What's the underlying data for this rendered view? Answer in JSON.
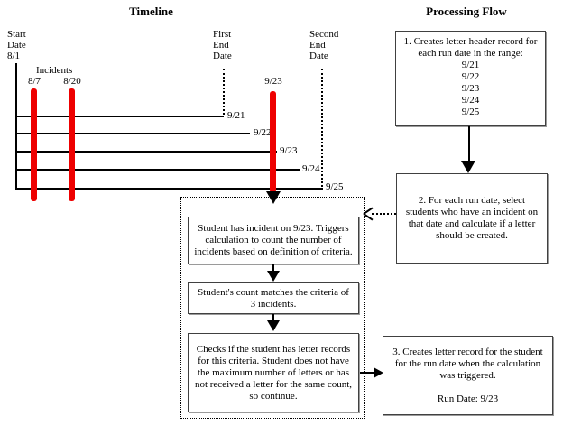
{
  "titles": {
    "timeline": "Timeline",
    "processing_flow": "Processing Flow"
  },
  "timeline": {
    "start_date_label": "Start\nDate\n8/1",
    "incidents_label": "Incidents",
    "incident_bars": [
      {
        "date": "8/7"
      },
      {
        "date": "8/20"
      }
    ],
    "trigger_bar": {
      "date": "9/23"
    },
    "first_end_label": "First\nEnd\nDate",
    "second_end_label": "Second\nEnd\nDate",
    "runs": [
      {
        "date": "9/21"
      },
      {
        "date": "9/22"
      },
      {
        "date": "9/23"
      },
      {
        "date": "9/24"
      },
      {
        "date": "9/25"
      }
    ]
  },
  "calculation_detail": {
    "step_incident": "Student has incident on 9/23. Triggers\ncalculation to count the number of\nincidents based on definition of criteria.",
    "step_count": "Student's count matches the criteria of\n3 incidents.",
    "step_check": "Checks if the student has letter records\nfor this criteria. Student does not have\nthe maximum number of letters or has\nnot received a letter for the same count,\nso continue."
  },
  "flow": {
    "step1": "1. Creates letter header record for\neach run date in the range:\n9/21\n9/22\n9/23\n9/24\n9/25",
    "step2": "2. For each run date, select\nstudents who have an incident on\nthat date and calculate if a letter\nshould be created.",
    "step3": "3. Creates letter record for the student\nfor the run date when the calculation\nwas triggered.",
    "step3_run_date": "Run Date: 9/23"
  },
  "colors": {
    "incident_red": "#ee0000"
  }
}
